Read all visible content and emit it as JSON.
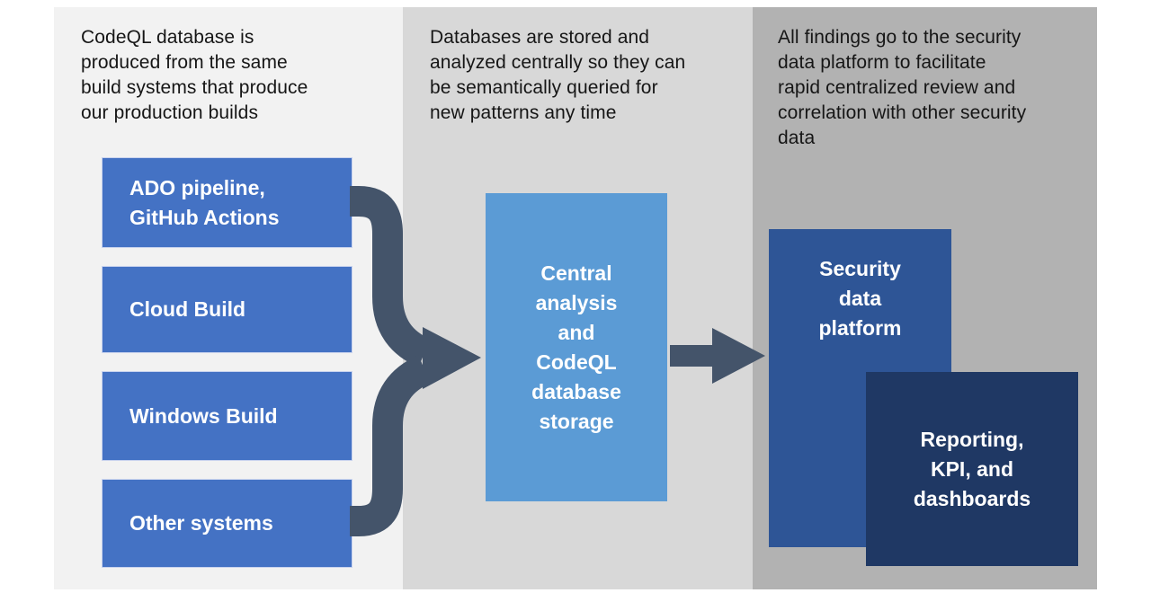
{
  "colors": {
    "panel-light": "#f2f2f2",
    "panel-mid": "#d8d8d8",
    "panel-dark": "#b2b2b2",
    "accent-blue": "#4472c4",
    "light-blue": "#5b9bd5",
    "mid-blue": "#2e5596",
    "navy": "#1f3864",
    "arrow": "#44546a",
    "caption": "#161616",
    "box-text": "#ffffff"
  },
  "panels": [
    {
      "id": "build-systems",
      "caption": "CodeQL database is\nproduced from the same\nbuild systems that produce\nour production builds",
      "boxes": [
        {
          "label": "ADO pipeline,\nGitHub Actions"
        },
        {
          "label": "Cloud Build"
        },
        {
          "label": "Windows Build"
        },
        {
          "label": "Other systems"
        }
      ]
    },
    {
      "id": "central-analysis",
      "caption": "Databases are stored and\nanalyzed centrally so they can\nbe semantically queried for\nnew patterns any time",
      "boxes": [
        {
          "label": "Central\nanalysis\nand\nCodeQL\ndatabase\nstorage"
        }
      ]
    },
    {
      "id": "security-platform",
      "caption": "All findings go to the security\ndata platform to facilitate\nrapid centralized review and\ncorrelation with other security\ndata",
      "boxes": [
        {
          "label": "Security\ndata\nplatform"
        },
        {
          "label": "Reporting,\nKPI, and\ndashboards"
        }
      ]
    }
  ],
  "arrows": [
    {
      "name": "merge-arrow"
    },
    {
      "name": "flow-arrow"
    }
  ]
}
